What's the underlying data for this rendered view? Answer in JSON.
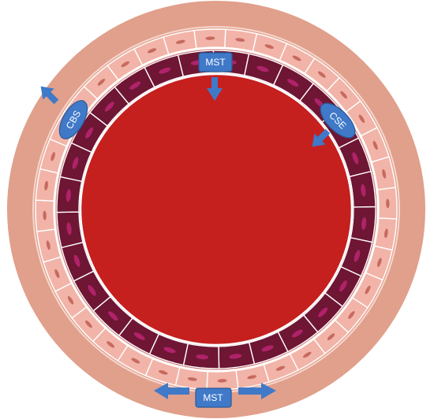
{
  "diagram": {
    "labels": {
      "mst_top": "MST",
      "mst_bottom": "MST",
      "cbs": "CBS",
      "cse": "CSE"
    },
    "layers": [
      {
        "name": "outer-layer",
        "color": "#e0a08c"
      },
      {
        "name": "smooth-muscle-ring",
        "color": "#f2b4a8"
      },
      {
        "name": "endothelial-ring",
        "color": "#6e1634"
      },
      {
        "name": "lumen",
        "color": "#c6201e"
      }
    ],
    "colors": {
      "transporter": "#3f79c8",
      "transporter_border": "#2b5a99",
      "cell_nucleus": "#b0226a",
      "muscle_nucleus": "#c86a60",
      "membrane": "#ffffff"
    },
    "counts": {
      "endothelial_cells": 28,
      "muscle_cells": 36
    }
  }
}
